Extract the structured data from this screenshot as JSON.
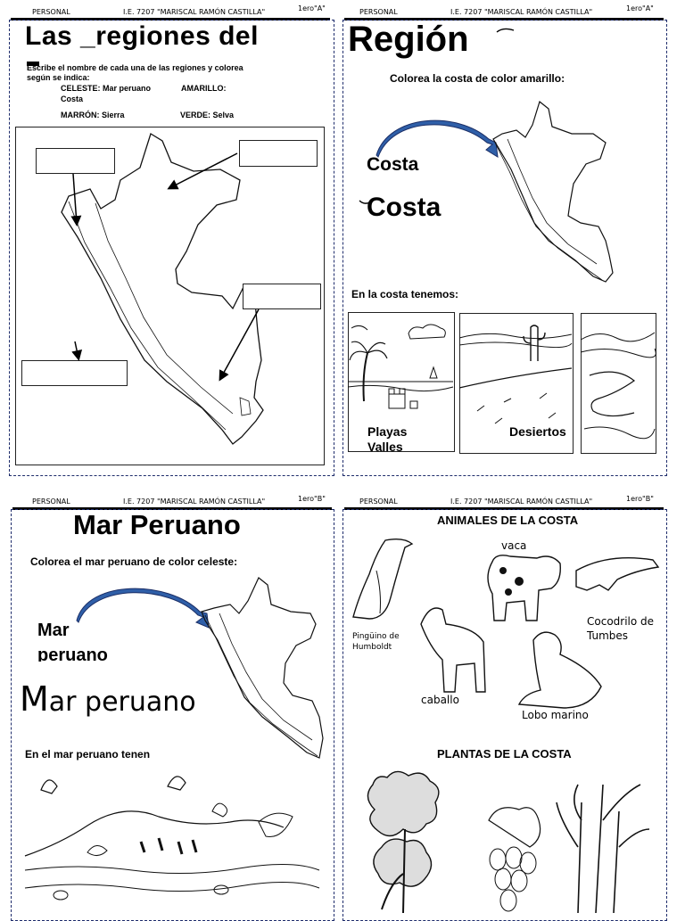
{
  "sheet_a": {
    "header": {
      "left": "PERSONAL",
      "center": "I.E. 7207 \"MARISCAL RAMÓN CASTILLA\"",
      "right": "1ero\"A\""
    },
    "title": "Las _regiones del",
    "instruction_line1": "Escribe el nombre de cada una de las regiones y colorea",
    "instruction_line2": "según se indica:",
    "legend": [
      {
        "text": "CELESTE: Mar peruano"
      },
      {
        "text": "AMARILLO:"
      },
      {
        "text": "Costa"
      },
      {
        "text": "MARRÓN: Sierra"
      },
      {
        "text": "VERDE: Selva"
      }
    ]
  },
  "sheet_b": {
    "header": {
      "left": "PERSONAL",
      "center": "I.E. 7207 \"MARISCAL RAMÓN CASTILLA\"",
      "right": "1ero\"A\""
    },
    "title": "Región",
    "instruction": "Colorea la costa de color amarillo:",
    "costa_label_1": "Costa",
    "costa_label_2": "Costa",
    "subheading": "En la costa tenemos:",
    "panels": {
      "playas": "Playas",
      "valles": "Valles",
      "desiertos": "Desiertos"
    }
  },
  "sheet_c": {
    "header": {
      "left": "PERSONAL",
      "center": "I.E. 7207 \"MARISCAL RAMÓN CASTILLA\"",
      "right": "1ero\"B\""
    },
    "title": "Mar Peruano",
    "instruction": "Colorea el mar peruano de color celeste:",
    "label_line1": "Mar",
    "label_line2": "peruano",
    "label_big_initial": "M",
    "label_big_rest": "ar peruano",
    "subheading": "En el mar peruano tenen"
  },
  "sheet_d": {
    "header": {
      "left": "PERSONAL",
      "center": "I.E. 7207 \"MARISCAL RAMÓN CASTILLA\"",
      "right": "1ero\"B\""
    },
    "animals_title": "ANIMALES DE LA COSTA",
    "animals": {
      "vaca": "vaca",
      "pinguino_1": "Pingüino de",
      "pinguino_2": "Humboldt",
      "cocodrilo_1": "Cocodrilo de",
      "cocodrilo_2": "Tumbes",
      "caballo": "caballo",
      "lobo": "Lobo marino"
    },
    "plants_title": "PLANTAS DE LA COSTA"
  },
  "colors": {
    "arrow_blue": "#2f5fa8",
    "frame_dash": "#1d2b6b"
  }
}
